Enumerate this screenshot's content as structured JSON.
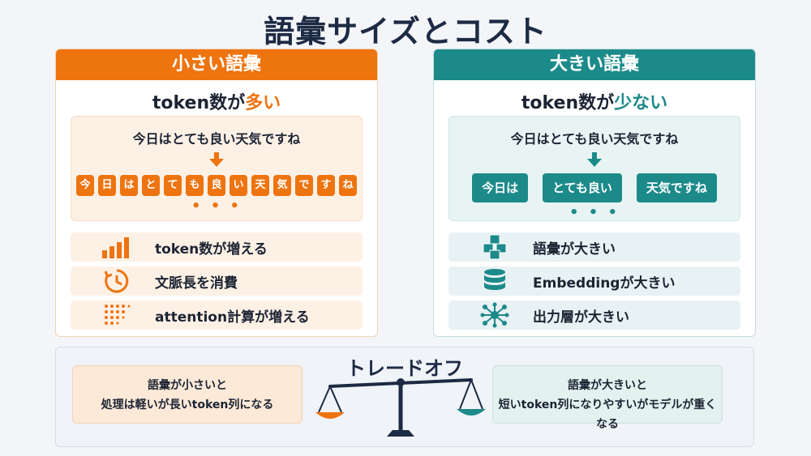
{
  "title": "語彙サイズとコスト",
  "left": {
    "header": "小さい語彙",
    "subtitle_prefix": "token数が",
    "subtitle_accent": "多い",
    "sentence": "今日はとても良い天気ですね",
    "tokens": [
      "今",
      "日",
      "は",
      "と",
      "て",
      "も",
      "良",
      "い",
      "天",
      "気",
      "で",
      "す",
      "ね"
    ],
    "ellipsis": "• • •",
    "features": [
      {
        "icon": "bar-chart-icon",
        "label": "token数が増える"
      },
      {
        "icon": "clock-icon",
        "label": "文脈長を消費"
      },
      {
        "icon": "dot-grid-icon",
        "label": "attention計算が増える"
      }
    ]
  },
  "right": {
    "header": "大きい語彙",
    "subtitle_prefix": "token数が",
    "subtitle_accent": "少ない",
    "sentence": "今日はとても良い天気ですね",
    "tokens": [
      "今日は",
      "とても良い",
      "天気ですね"
    ],
    "ellipsis": "• • •",
    "features": [
      {
        "icon": "cubes-icon",
        "label": "語彙が大きい"
      },
      {
        "icon": "database-icon",
        "label": "Embeddingが大きい"
      },
      {
        "icon": "network-icon",
        "label": "出力層が大きい"
      }
    ]
  },
  "tradeoff": {
    "title": "トレードオフ",
    "left_line1": "語彙が小さいと",
    "left_line2": "処理は軽いが長いtoken列になる",
    "right_line1": "語彙が大きいと",
    "right_line2": "短いtoken列になりやすいがモデルが重くなる"
  },
  "colors": {
    "orange": "#ee7410",
    "teal": "#1d8a8a",
    "navy": "#1d2a44"
  }
}
